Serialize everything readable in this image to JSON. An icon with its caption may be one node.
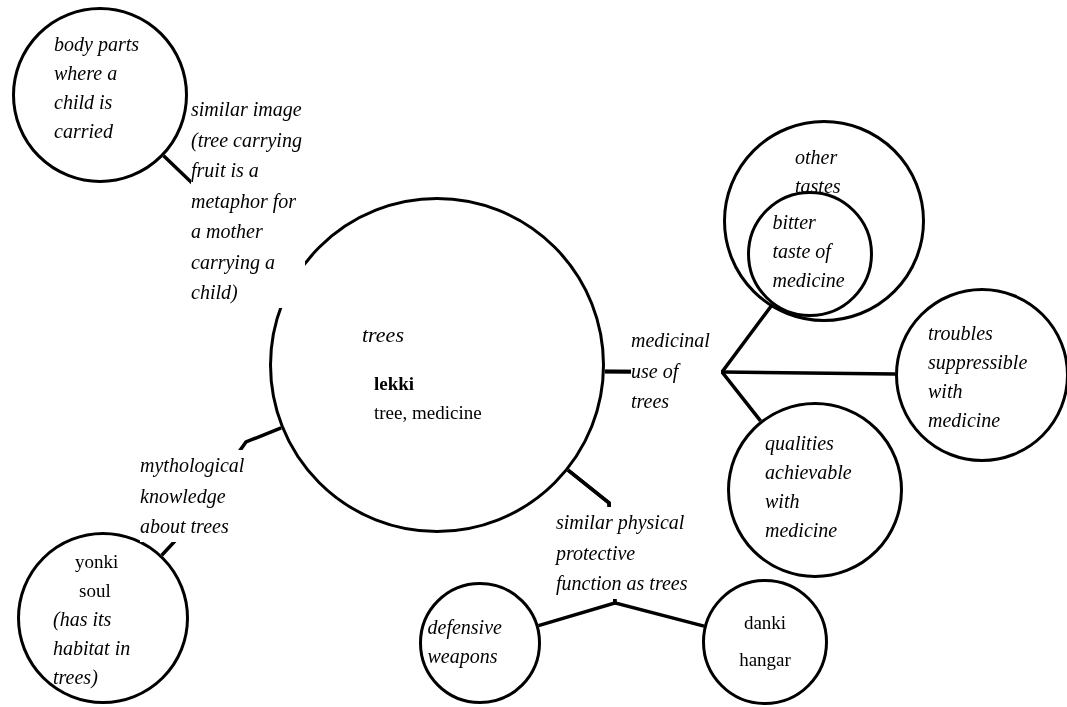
{
  "diagram": {
    "nodes": [
      {
        "text": [
          "trees",
          "lekki",
          "tree, medicine"
        ]
      },
      {
        "text": [
          "body parts where a child is carried"
        ]
      },
      {
        "text": [
          "other tastes"
        ]
      },
      {
        "text": [
          "bitter taste of medicine"
        ],
        "in": 2
      },
      {
        "text": [
          "troubles suppressible with medicine"
        ]
      },
      {
        "text": [
          "qualities achievable with medicine"
        ]
      },
      {
        "text": [
          "yonki",
          "soul",
          "(has its habitat in trees)"
        ]
      },
      {
        "text": [
          "defensive weapons"
        ]
      },
      {
        "text": [
          "danki",
          "hangar"
        ]
      }
    ],
    "edges": [
      {
        "from": 0,
        "to": 1,
        "arrow": "none",
        "label": "similar image (tree carrying fruit is a metaphor for a mother carrying a child)"
      },
      {
        "from": 0,
        "to": 6,
        "arrow": "none",
        "label": "mythological knowledge about trees"
      },
      {
        "from": 0,
        "to": 3,
        "arrow": "none",
        "label": "medicinal use of trees"
      },
      {
        "from": 0,
        "to": 4,
        "arrow": "none"
      },
      {
        "from": 0,
        "to": 5,
        "arrow": "none"
      },
      {
        "from": 0,
        "to": 7,
        "arrow": "none",
        "label": "similar physical protective function as trees"
      },
      {
        "from": 0,
        "to": 8,
        "arrow": "none"
      }
    ]
  }
}
